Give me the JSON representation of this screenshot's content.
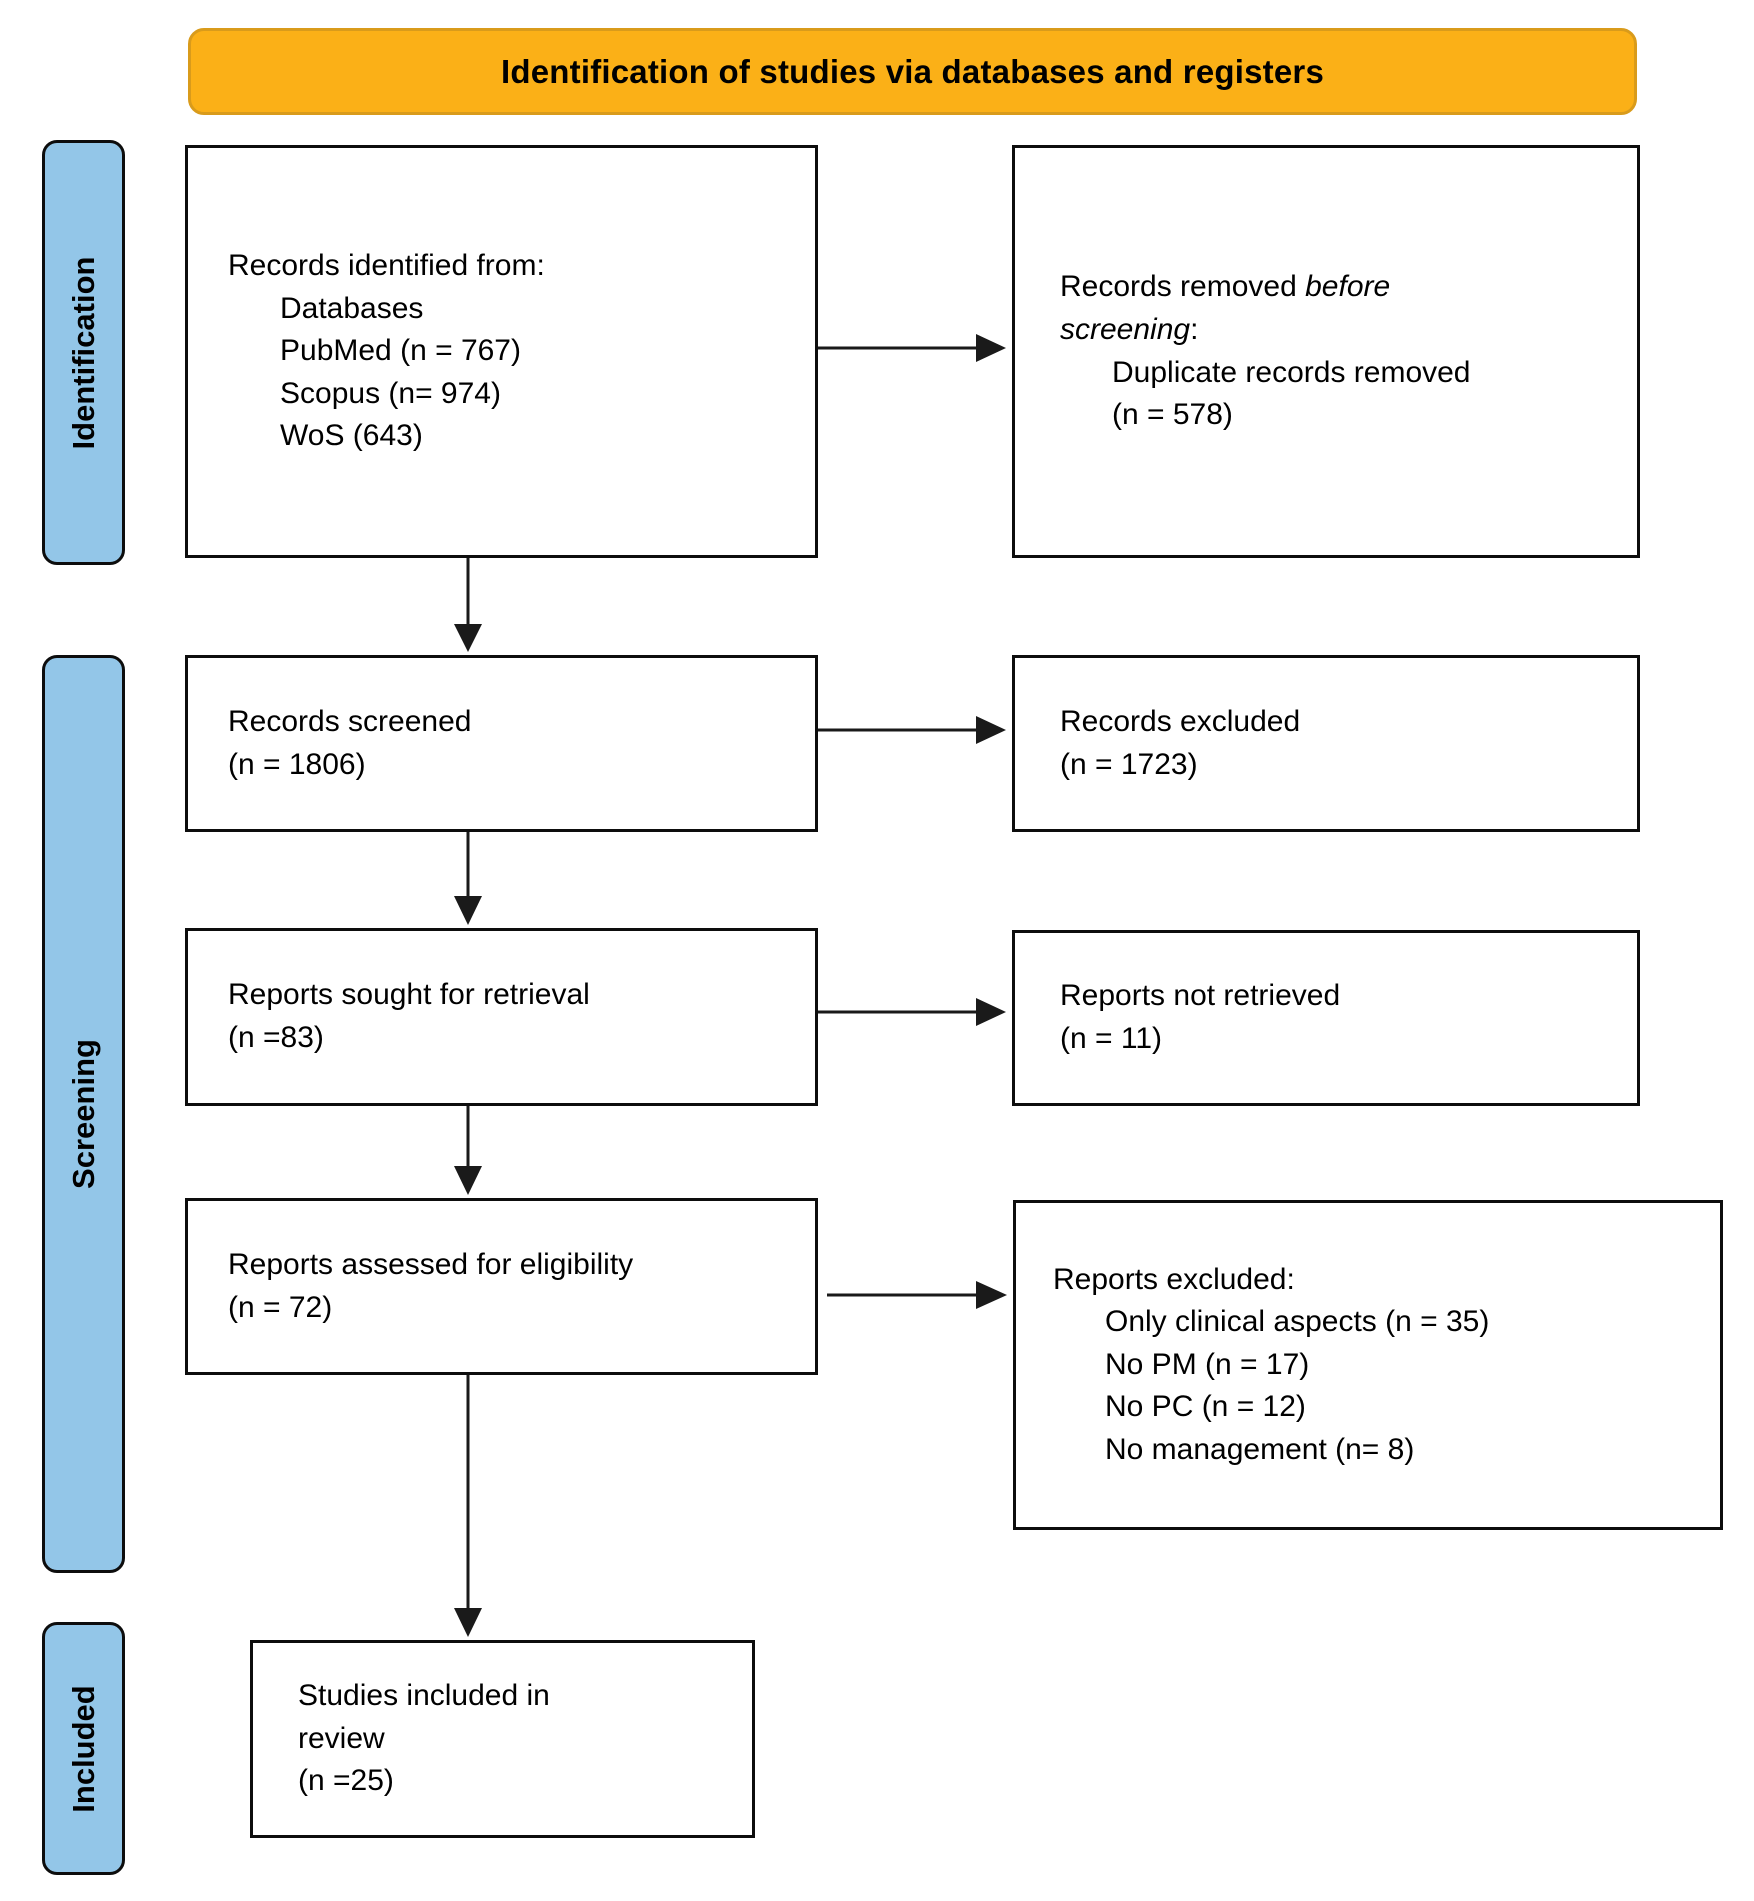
{
  "title": "Identification of studies via databases and registers",
  "colors": {
    "banner_bg": "#FBB017",
    "banner_border": "#D99B1B",
    "sidebar_bg": "#93C6E8",
    "box_border": "#0d0d0d"
  },
  "sidebar": {
    "identification": "Identification",
    "screening": "Screening",
    "included": "Included"
  },
  "boxes": {
    "identified": {
      "heading": "Records identified from:",
      "items": [
        "Databases",
        "PubMed (n = 767)",
        "Scopus (n= 974)",
        "WoS (643)"
      ]
    },
    "removed": {
      "t1": "Records removed ",
      "t2": "before screening",
      "t3": ":",
      "items": [
        "Duplicate records removed",
        "(n = 578)"
      ]
    },
    "screened": {
      "lines": [
        "Records screened",
        "(n = 1806)"
      ]
    },
    "excluded": {
      "lines": [
        "Records excluded",
        "(n = 1723)"
      ]
    },
    "sought": {
      "lines": [
        "Reports sought for retrieval",
        "(n =83)"
      ]
    },
    "not_retrieved": {
      "lines": [
        "Reports not retrieved",
        "(n = 11)"
      ]
    },
    "assessed": {
      "lines": [
        "Reports assessed for eligibility",
        "(n = 72)"
      ]
    },
    "reports_excluded": {
      "heading": "Reports excluded:",
      "items": [
        "Only clinical aspects (n = 35)",
        "No PM (n = 17)",
        "No PC (n = 12)",
        "No management (n= 8)"
      ]
    },
    "included_studies": {
      "lines": [
        "Studies included in",
        "review",
        "(n =25)"
      ]
    }
  }
}
